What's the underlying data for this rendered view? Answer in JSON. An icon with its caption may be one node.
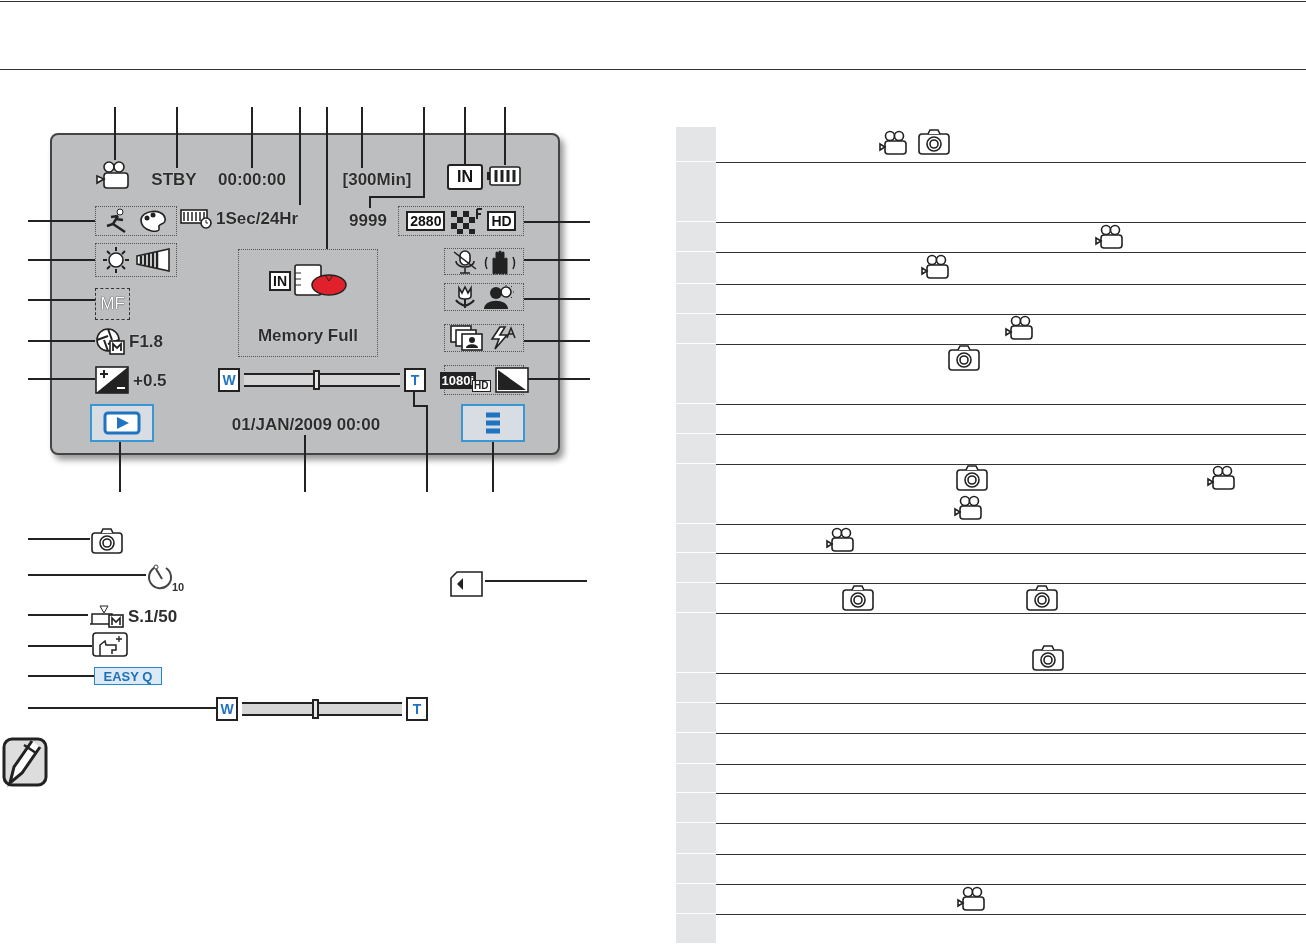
{
  "diagram": {
    "nodes": [
      {
        "text": [],
        "shape": "box"
      },
      {
        "text": [],
        "shape": "icon",
        "in": 0
      },
      {
        "text": [
          "STBY"
        ],
        "in": 0
      },
      {
        "text": [
          "00:00:00"
        ],
        "in": 0
      },
      {
        "text": [
          "1Sec/24Hr"
        ],
        "in": 0
      },
      {
        "text": [
          "IN",
          "Memory Full"
        ],
        "in": 0
      },
      {
        "text": [
          "[300Min]"
        ],
        "in": 0
      },
      {
        "text": [
          "9999"
        ],
        "in": 0
      },
      {
        "text": [
          "IN"
        ],
        "in": 0
      },
      {
        "text": [],
        "shape": "icon",
        "in": 0
      },
      {
        "text": [],
        "shape": "box",
        "in": 0
      },
      {
        "text": [],
        "shape": "box",
        "in": 0
      },
      {
        "text": [
          "MF"
        ],
        "in": 0
      },
      {
        "text": [
          "F1.8"
        ],
        "in": 0
      },
      {
        "text": [
          "+0.5"
        ],
        "in": 0
      },
      {
        "text": [
          "2880",
          "HD"
        ],
        "in": 0
      },
      {
        "text": [],
        "shape": "box",
        "in": 0
      },
      {
        "text": [],
        "shape": "box",
        "in": 0
      },
      {
        "text": [],
        "shape": "box",
        "in": 0
      },
      {
        "text": [
          "1080i",
          "HD"
        ],
        "in": 0
      },
      {
        "text": [],
        "shape": "box",
        "in": 0
      },
      {
        "text": [
          "01/JAN/2009 00:00"
        ],
        "in": 0
      },
      {
        "text": [
          "W",
          "T"
        ],
        "in": 0
      },
      {
        "text": [],
        "shape": "box",
        "in": 0
      },
      {
        "text": [],
        "shape": "icon"
      },
      {
        "text": [
          "10"
        ]
      },
      {
        "text": [
          "S.1/50"
        ]
      },
      {
        "text": [],
        "shape": "icon"
      },
      {
        "text": [
          "EASY Q"
        ]
      },
      {
        "text": [
          "W",
          "T"
        ]
      },
      {
        "text": [],
        "shape": "icon"
      }
    ],
    "edges": [
      {
        "from": null,
        "to": 1,
        "arrow": "none"
      },
      {
        "from": null,
        "to": 2,
        "arrow": "none"
      },
      {
        "from": null,
        "to": 3,
        "arrow": "none"
      },
      {
        "from": null,
        "to": 4,
        "arrow": "none"
      },
      {
        "from": null,
        "to": 5,
        "arrow": "none"
      },
      {
        "from": null,
        "to": 6,
        "arrow": "none"
      },
      {
        "from": null,
        "to": 7,
        "arrow": "none"
      },
      {
        "from": null,
        "to": 8,
        "arrow": "none"
      },
      {
        "from": null,
        "to": 9,
        "arrow": "none"
      },
      {
        "from": null,
        "to": 10,
        "arrow": "none"
      },
      {
        "from": null,
        "to": 11,
        "arrow": "none"
      },
      {
        "from": null,
        "to": 12,
        "arrow": "none"
      },
      {
        "from": null,
        "to": 13,
        "arrow": "none"
      },
      {
        "from": null,
        "to": 14,
        "arrow": "none"
      },
      {
        "from": null,
        "to": 15,
        "arrow": "none"
      },
      {
        "from": null,
        "to": 16,
        "arrow": "none"
      },
      {
        "from": null,
        "to": 17,
        "arrow": "none"
      },
      {
        "from": null,
        "to": 18,
        "arrow": "none"
      },
      {
        "from": null,
        "to": 19,
        "arrow": "none"
      },
      {
        "from": null,
        "to": 20,
        "arrow": "none"
      },
      {
        "from": null,
        "to": 21,
        "arrow": "none"
      },
      {
        "from": null,
        "to": 22,
        "arrow": "none"
      },
      {
        "from": null,
        "to": 23,
        "arrow": "none"
      },
      {
        "from": null,
        "to": 24,
        "arrow": "none"
      },
      {
        "from": null,
        "to": 25,
        "arrow": "none"
      },
      {
        "from": null,
        "to": 26,
        "arrow": "none"
      },
      {
        "from": null,
        "to": 27,
        "arrow": "none"
      },
      {
        "from": null,
        "to": 28,
        "arrow": "none"
      },
      {
        "from": null,
        "to": 29,
        "arrow": "none"
      },
      {
        "from": null,
        "to": 30,
        "arrow": "none"
      }
    ]
  }
}
